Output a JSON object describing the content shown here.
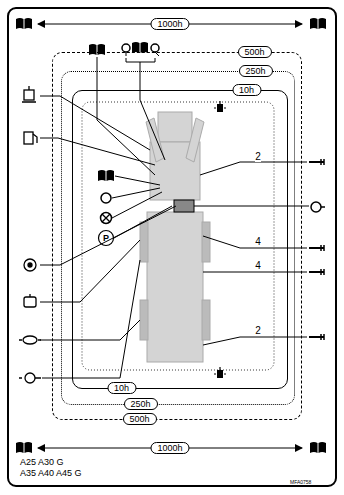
{
  "diagram": {
    "nodes": [
      {
        "text": [
          "500h",
          "500h"
        ]
      },
      {
        "text": [
          "250h",
          "250h"
        ],
        "in": 0
      },
      {
        "text": [
          "10h",
          "10h"
        ],
        "in": 1
      }
    ],
    "labels": [
      "1000h",
      "P",
      "2",
      "4",
      "4",
      "2",
      "1000h",
      "A25 A30 G",
      "A35 A40 A45 G",
      "MFA0758"
    ]
  }
}
